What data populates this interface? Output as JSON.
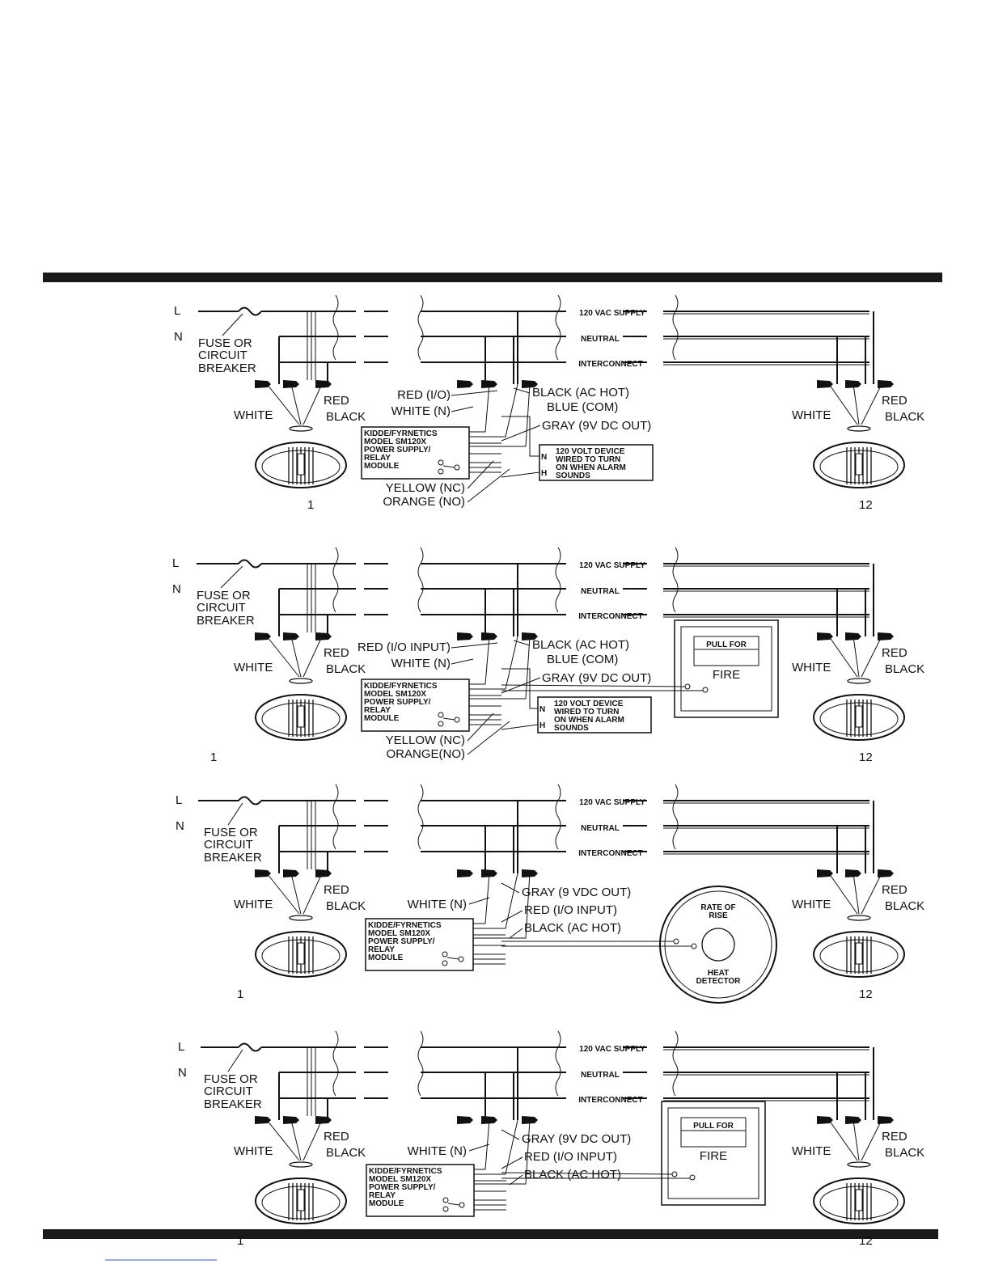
{
  "colors": {
    "ink": "#111111",
    "band": "#1a1a1a",
    "link": "#3355cc"
  },
  "diagrams": [
    {
      "id": "d1",
      "bus": {
        "l": "L",
        "n": "N",
        "supply": "120 VAC SUPPLY",
        "neutral": "NEUTRAL",
        "interconnect": "INTERCONNECT"
      },
      "fuse": [
        "FUSE OR",
        "CIRCUIT",
        "BREAKER"
      ],
      "left_det": {
        "red": "RED",
        "white": "WHITE",
        "black": "BLACK",
        "num": "1"
      },
      "right_det": {
        "red": "RED",
        "white": "WHITE",
        "black": "BLACK",
        "num": "12"
      },
      "module": [
        "KIDDE/FYRNETICS",
        "MODEL SM120X",
        "POWER SUPPLY/",
        "RELAY",
        "MODULE"
      ],
      "wires": [
        "RED (I/O)",
        "WHITE (N)",
        "BLACK (AC HOT)",
        "BLUE (COM)",
        "GRAY (9V DC OUT)",
        "YELLOW (NC)",
        "ORANGE (NO)"
      ],
      "device": {
        "n": "N",
        "h": "H",
        "lines": [
          "120 VOLT DEVICE",
          "WIRED TO TURN",
          "ON WHEN ALARM",
          "SOUNDS"
        ]
      }
    },
    {
      "id": "d2",
      "bus": {
        "l": "L",
        "n": "N",
        "supply": "120 VAC SUPPLY",
        "neutral": "NEUTRAL",
        "interconnect": "INTERCONNECT"
      },
      "fuse": [
        "FUSE OR",
        "CIRCUIT",
        "BREAKER"
      ],
      "left_det": {
        "red": "RED",
        "white": "WHITE",
        "black": "BLACK",
        "num": "1"
      },
      "right_det": {
        "red": "RED",
        "white": "WHITE",
        "black": "BLACK",
        "num": "12"
      },
      "module": [
        "KIDDE/FYRNETICS",
        "MODEL SM120X",
        "POWER SUPPLY/",
        "RELAY",
        "MODULE"
      ],
      "wires": [
        "RED (I/O INPUT)",
        "WHITE (N)",
        "BLACK (AC HOT)",
        "BLUE (COM)",
        "GRAY (9V DC OUT)",
        "YELLOW (NC)",
        "ORANGE(NO)"
      ],
      "device": {
        "n": "N",
        "h": "H",
        "lines": [
          "120 VOLT DEVICE",
          "WIRED TO TURN",
          "ON WHEN ALARM",
          "SOUNDS"
        ]
      },
      "pull": {
        "top": "PULL FOR",
        "bottom": "FIRE"
      }
    },
    {
      "id": "d3",
      "bus": {
        "l": "L",
        "n": "N",
        "supply": "120 VAC SUPPLY",
        "neutral": "NEUTRAL",
        "interconnect": "INTERCONNECT"
      },
      "fuse": [
        "FUSE OR",
        "CIRCUIT",
        "BREAKER"
      ],
      "left_det": {
        "red": "RED",
        "white": "WHITE",
        "black": "BLACK",
        "num": "1"
      },
      "right_det": {
        "red": "RED",
        "white": "WHITE",
        "black": "BLACK",
        "num": "12"
      },
      "module": [
        "KIDDE/FYRNETICS",
        "MODEL SM120X",
        "POWER SUPPLY/",
        "RELAY",
        "MODULE"
      ],
      "wires": [
        "WHITE (N)",
        "GRAY (9 VDC OUT)",
        "RED (I/O INPUT)",
        "BLACK (AC HOT)"
      ],
      "heat": {
        "top": [
          "RATE OF",
          "RISE"
        ],
        "bottom": [
          "HEAT",
          "DETECTOR"
        ]
      }
    },
    {
      "id": "d4",
      "bus": {
        "l": "L",
        "n": "N",
        "supply": "120 VAC SUPPLY",
        "neutral": "NEUTRAL",
        "interconnect": "INTERCONNECT"
      },
      "fuse": [
        "FUSE OR",
        "CIRCUIT",
        "BREAKER"
      ],
      "left_det": {
        "red": "RED",
        "white": "WHITE",
        "black": "BLACK",
        "num": "1"
      },
      "right_det": {
        "red": "RED",
        "white": "WHITE",
        "black": "BLACK",
        "num": "12"
      },
      "module": [
        "KIDDE/FYRNETICS",
        "MODEL SM120X",
        "POWER SUPPLY/",
        "RELAY",
        "MODULE"
      ],
      "wires": [
        "WHITE (N)",
        "GRAY (9V DC OUT)",
        "RED (I/O INPUT)",
        "BLACK (AC HOT)"
      ],
      "pull": {
        "top": "PULL FOR",
        "bottom": "FIRE"
      }
    }
  ]
}
